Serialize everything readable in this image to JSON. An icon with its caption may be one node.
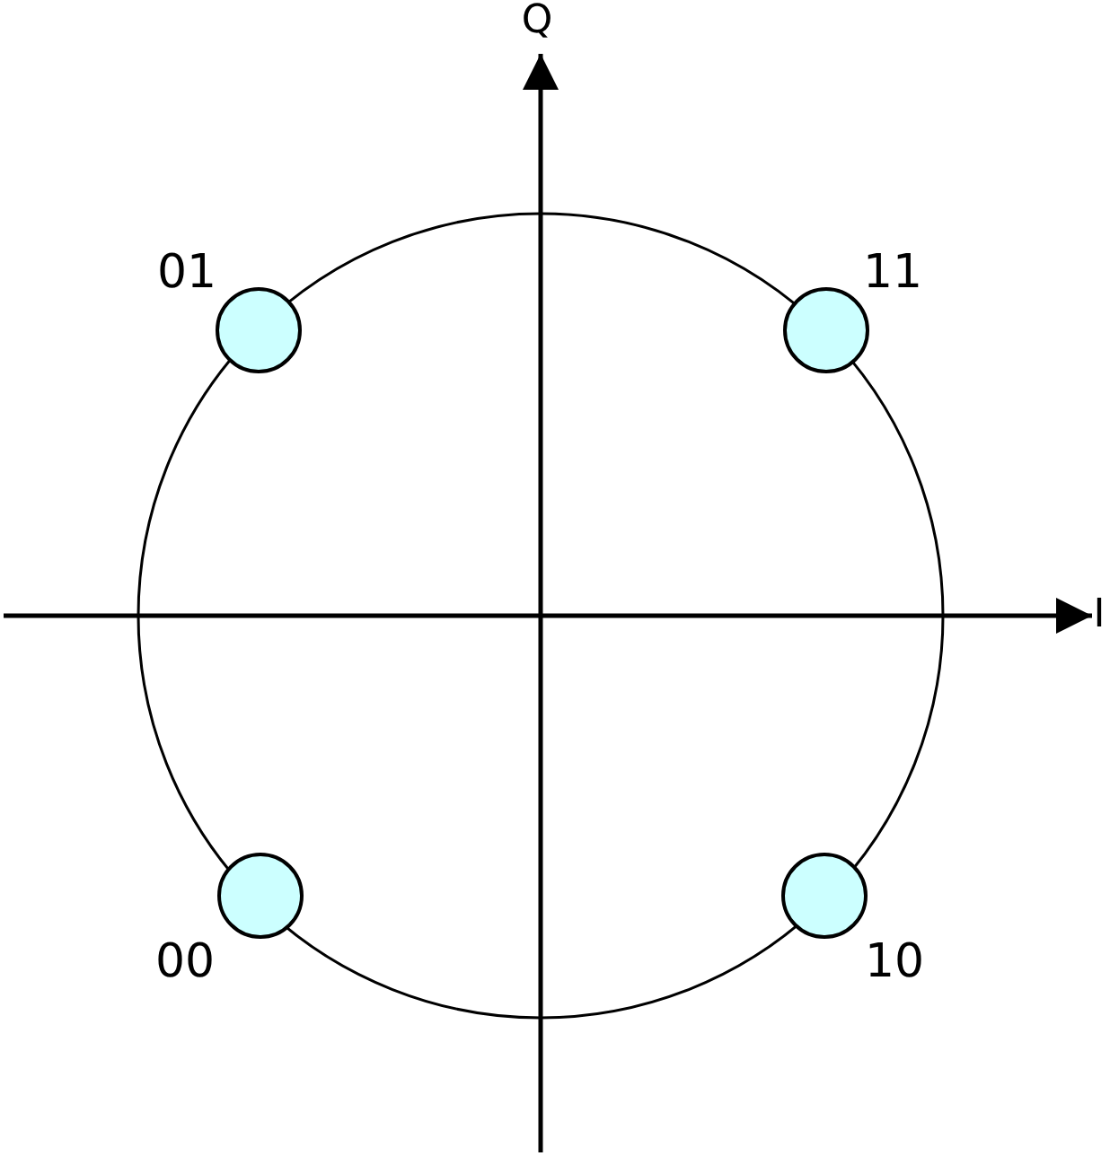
{
  "diagram": {
    "nodes": [
      {
        "text": [],
        "shape": "circle",
        "beside": [
          "01"
        ]
      },
      {
        "text": [],
        "shape": "circle",
        "beside": [
          "11"
        ]
      },
      {
        "text": [],
        "shape": "circle",
        "beside": [
          "00"
        ]
      },
      {
        "text": [],
        "shape": "circle",
        "beside": [
          "10"
        ]
      }
    ],
    "edges": [],
    "labels": [
      "Q",
      "I"
    ]
  }
}
